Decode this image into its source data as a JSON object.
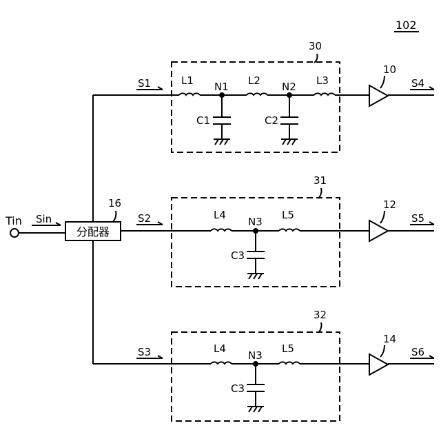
{
  "figure": {
    "ref": "102",
    "input_terminal": "Tin",
    "input_signal": "Sin",
    "divider": {
      "ref": "16",
      "label": "分配器"
    },
    "branches": [
      {
        "in_signal": "S1",
        "filter_ref": "30",
        "inductors": [
          "L1",
          "L2",
          "L3"
        ],
        "nodes": [
          "N1",
          "N2"
        ],
        "capacitors": [
          "C1",
          "C2"
        ],
        "amp_ref": "10",
        "out_signal": "S4"
      },
      {
        "in_signal": "S2",
        "filter_ref": "31",
        "inductors": [
          "L4",
          "L5"
        ],
        "nodes": [
          "N3"
        ],
        "capacitors": [
          "C3"
        ],
        "amp_ref": "12",
        "out_signal": "S5"
      },
      {
        "in_signal": "S3",
        "filter_ref": "32",
        "inductors": [
          "L4",
          "L5"
        ],
        "nodes": [
          "N3"
        ],
        "capacitors": [
          "C3"
        ],
        "amp_ref": "14",
        "out_signal": "S6"
      }
    ]
  }
}
